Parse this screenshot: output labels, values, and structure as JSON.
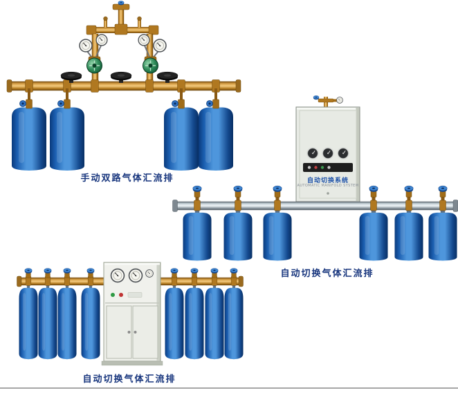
{
  "page": {
    "type": "gas-manifold-product-display",
    "background_color": "#ffffff"
  },
  "figures": [
    {
      "name": "manual-dual-line-gas-manifold",
      "caption": "手动双路气体汇流排",
      "cylinder_count": 4,
      "handwheel_count": 3,
      "regulator_count": 2
    },
    {
      "name": "auto-switch-gas-manifold-wall-cabinet",
      "caption": "自动切换气体汇流排",
      "cylinder_count": 6,
      "cabinet": {
        "label": "自动切换系统",
        "sublabel": "AUTOMATIC MANIFOLD SYSTEM",
        "gauge_count": 3
      }
    },
    {
      "name": "auto-switch-gas-manifold-floor-cabinet",
      "caption": "自动切换气体汇流排",
      "cylinder_count": 8,
      "cabinet": {
        "gauge_count": 3
      }
    }
  ],
  "colors": {
    "caption_text": "#17357d",
    "cabinet_label_blue": "#1b50a8",
    "cylinder_blue": "#4e96dc",
    "brass": "#d6a046",
    "steel_pipe": "#c7d3d9"
  }
}
